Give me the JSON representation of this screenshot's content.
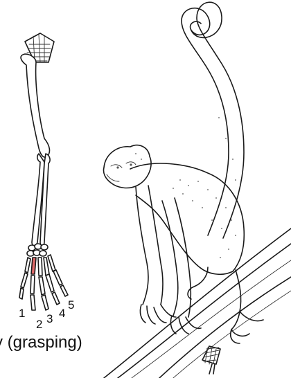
{
  "digit_labels": [
    "1",
    "2",
    "3",
    "4",
    "5"
  ],
  "caption": "y (grasping)",
  "colors": {
    "highlight_bone": "#e26b6b",
    "ink": "#1a1a1a",
    "background": "#ffffff"
  }
}
